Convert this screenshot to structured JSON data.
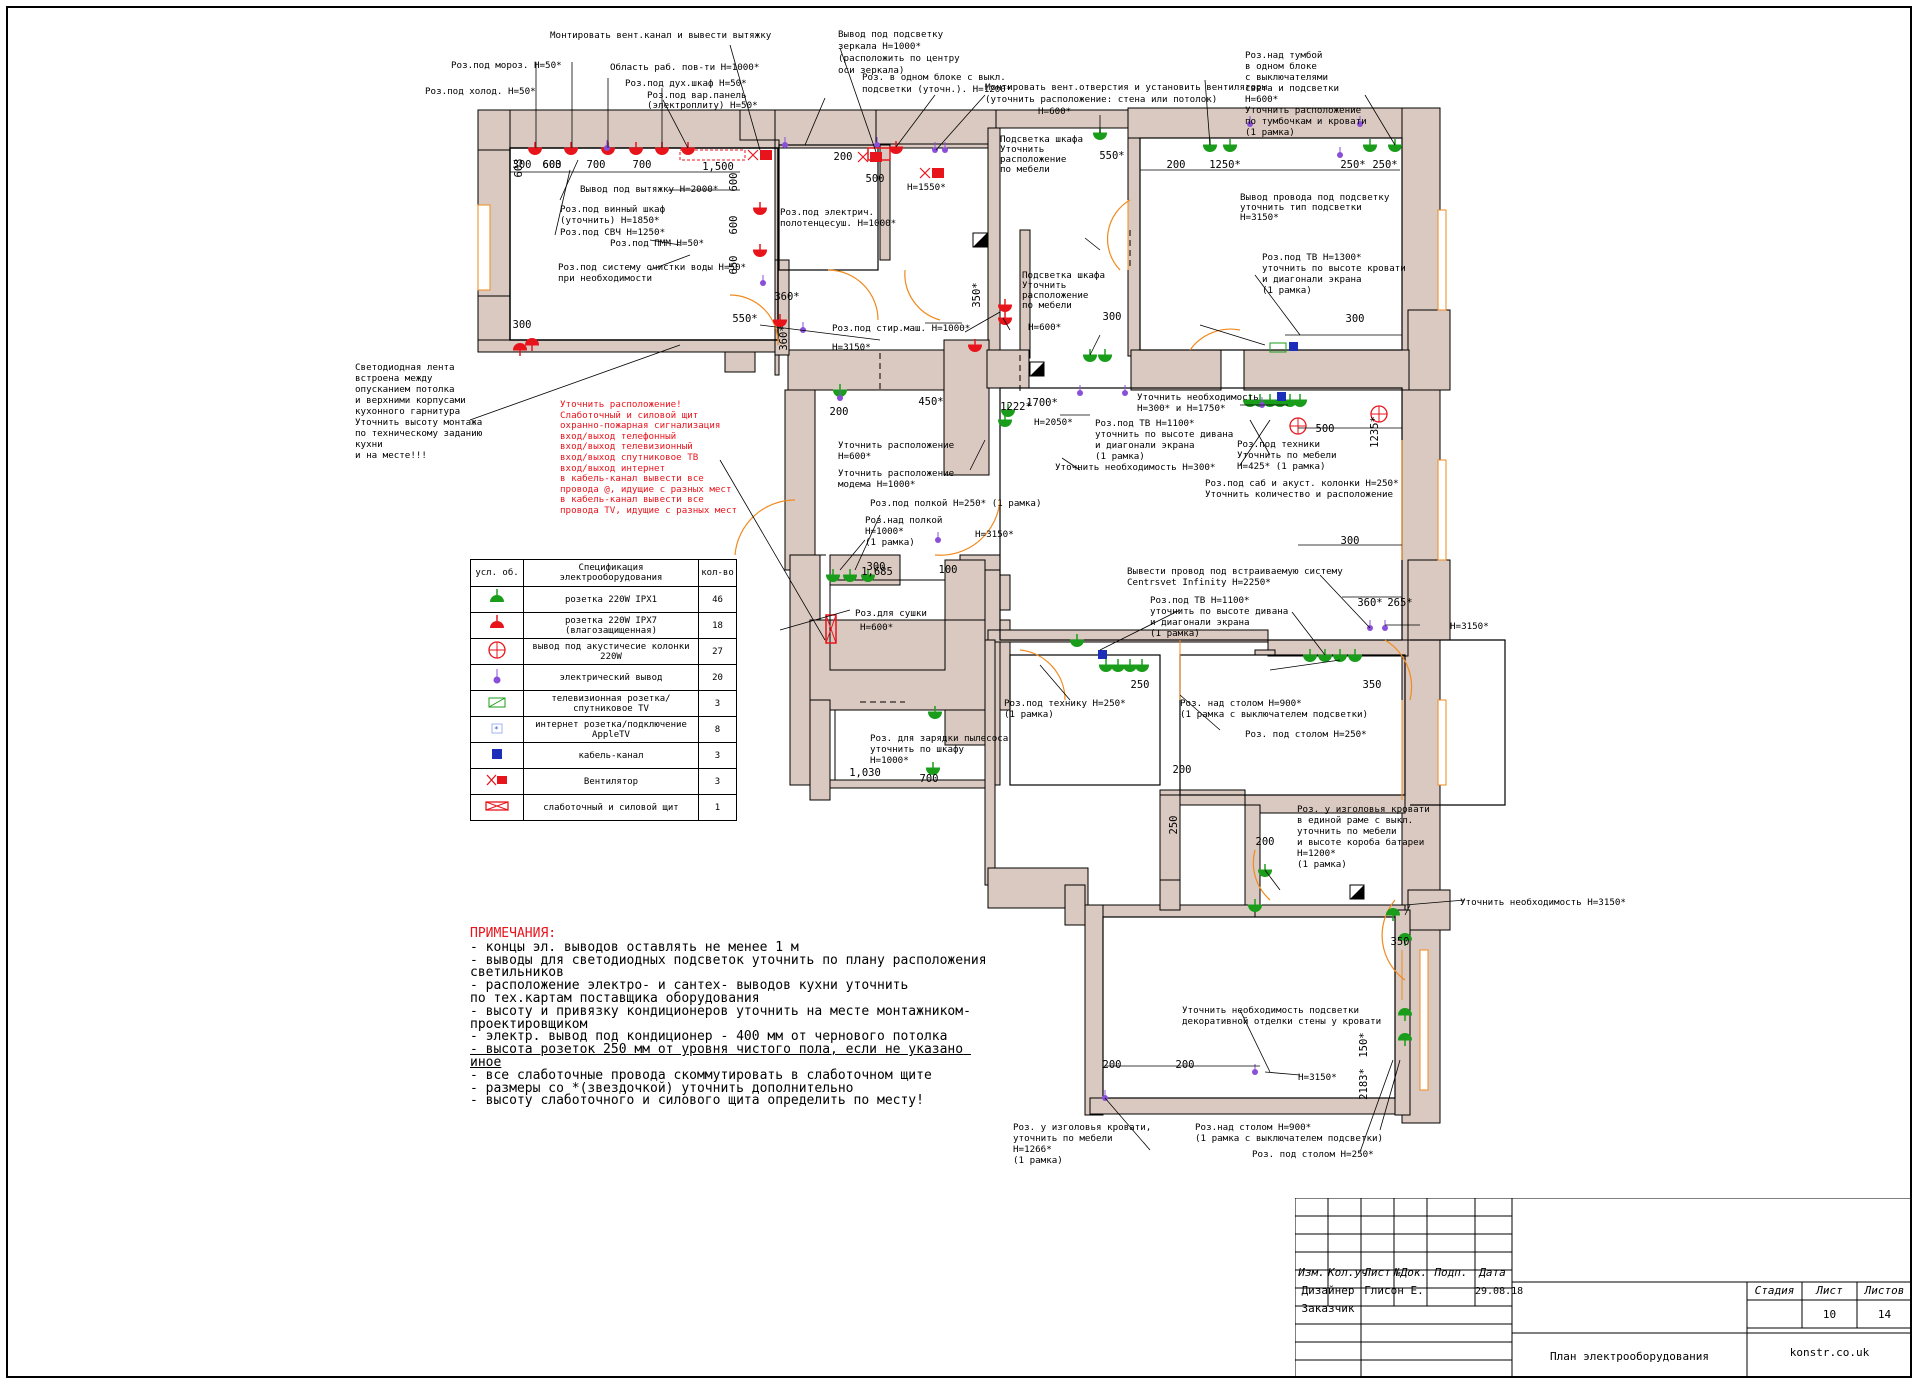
{
  "legend": {
    "headers": [
      "усл. об.",
      "Спецификация электрооборудования",
      "кол-во"
    ],
    "rows": [
      {
        "icon": "socket-220w-ipx1-icon",
        "name": "розетка 220W IPX1",
        "qty": "46",
        "color": "#1a9d1a"
      },
      {
        "icon": "socket-220w-ipx7-icon",
        "name": "розетка 220W IPX7 (влагозащищенная)",
        "qty": "18",
        "color": "#e8141c"
      },
      {
        "icon": "speaker-output-icon",
        "name": "вывод под акустичесие колонки 220W",
        "qty": "27",
        "color": "#e8141c"
      },
      {
        "icon": "electric-output-icon",
        "name": "электрический вывод",
        "qty": "20",
        "color": "#8a4fd8"
      },
      {
        "icon": "tv-socket-icon",
        "name": "телевизионная розетка/спутниковое TV",
        "qty": "3",
        "color": "#1a9d1a"
      },
      {
        "icon": "internet-socket-icon",
        "name": "интернет розетка/подключение AppleTV",
        "qty": "8",
        "color": "#3d5bd8"
      },
      {
        "icon": "cable-channel-icon",
        "name": "кабель-канал",
        "qty": "3",
        "color": "#1c2fb8"
      },
      {
        "icon": "ventilator-icon",
        "name": "Вентилятор",
        "qty": "3",
        "color": "#e8141c"
      },
      {
        "icon": "power-panel-icon",
        "name": "слаботочный и силовой щит",
        "qty": "1",
        "color": "#e8141c"
      }
    ]
  },
  "notes": {
    "title": "ПРИМЕЧАНИЯ:",
    "lines": [
      "- концы эл. выводов оставлять не менее 1 м",
      "- выводы для светодиодных подсветок уточнить по плану расположения светильников",
      "- расположение электро- и сантех- выводов кухни уточнить",
      "по тех.картам поставщика оборудования",
      "- высоту и привязку кондиционеров уточнить на месте монтажником-",
      "проектировщиком",
      "- электр. вывод под кондиционер - 400 мм от чернового потолка",
      "- высота розеток 250 мм от уровня чистого пола, если не указано иное",
      "- все слаботочные провода скоммутировать в слаботочном щите",
      "- размеры со *(звездочкой) уточнить дополнительно",
      "- высоту слаботочного и силового щита определить по месту!"
    ],
    "underlined_index": 7
  },
  "red_note": "Уточнить расположение!\nСлаботочный и силовой щит\nохранно-пожарная сигнализация\nвход/выход телефонный\nвход/выход телевизионный\nвход/выход спутниковое ТВ\nвход/выход интернет\nв кабель-канал вывести все\nпровода @, идущие с разных мест\nв кабель-канал вывести все\nпровода TV, идущие с разных мест",
  "title_block": {
    "headers": [
      "Изм.",
      "Кол.уч",
      "Лист",
      "№Док.",
      "Подп.",
      "Дата"
    ],
    "designer_label": "Дизайнер",
    "designer_name": "Глисон Е.",
    "date": "29.08.18",
    "customer_label": "Заказчик",
    "stage_label": "Стадия",
    "sheet_label": "Лист",
    "sheets_label": "Листов",
    "sheet": "10",
    "sheets": "14",
    "drawing_title": "План электрооборудования",
    "site": "konstr.co.uk"
  },
  "labels": [
    "Монтировать вент.канал и вывести вытяжку",
    "Роз.под мороз. H=50*",
    "Роз.под холод. H=50*",
    "Область раб. пов-ти H=1000*",
    "Роз.под дух.шкаф H=50*",
    "Роз.под вар.панель",
    "(электроплиту) H=50*",
    "Вывод под подсветку",
    "зеркала H=1000*",
    "(расположить по центру",
    "оси зеркала)",
    "Роз. в одном блоке с выкл.",
    "подсветки (уточн.). H=1200*",
    "Монтировать вент.отверстия и установить вентиляторы",
    "(уточнить расположение: стена или потолок)",
    "H=600*",
    "Роз.над тумбой",
    "в одном блоке",
    "с выключателями",
    "света и подсветки",
    "H=600*",
    "Уточнить расположение",
    "по тумбочкам и кровати",
    "(1 рамка)",
    "Вывод под вытяжку H=2000*",
    "Роз.под винный шкаф",
    "(уточнить) H=1850*",
    "Роз.под СВЧ H=1250*",
    "Роз.под ПММ H=50*",
    "Роз.под электрич.",
    "полотенцесуш. H=1000*",
    "H=1550*",
    "Подсветка шкафа",
    "Уточнить",
    "расположение",
    "по мебели",
    "Вывод провода под подсветку",
    "уточнить тип подсветки",
    "H=3150*",
    "Роз.под систему очистки воды H=50*",
    "при необходимости",
    "Роз.под ТВ H=1300*",
    "уточнить по высоте кровати",
    "и диагонали экрана",
    "(1 рамка)",
    "Подсветка шкафа",
    "Уточнить",
    "расположение",
    "по мебели",
    "H=600*",
    "Роз.под стир.маш. H=1000*",
    "H=3150*",
    "Светодиодная лента",
    "встроена между",
    "опусканием потолка",
    "и верхними корпусами",
    "кухонного гарнитура",
    "Уточнить высоту монтажа",
    "по техническому заданию",
    "кухни",
    "и на месте!!!",
    "Уточнить необходимость",
    "H=300* и H=1750*",
    "Роз.под ТВ H=1100*",
    "уточнить по высоте дивана",
    "и диагонали экрана",
    "(1 рамка)",
    "H=2050*",
    "Роз.под техники",
    "Уточнить по мебели",
    "H=425* (1 рамка)",
    "Уточнить расположение",
    "H=600*",
    "Уточнить необходимость H=300*",
    "Уточнить расположение",
    "модема H=1000*",
    "Роз.под саб и акуст. колонки H=250*",
    "Уточнить количество и расположение",
    "Роз.под полкой H=250* (1 рамка)",
    "Роз.над полкой",
    "H=1000*",
    "(1 рамка)",
    "H=3150*",
    "Роз.для сушки",
    "H=600*",
    "Вывести провод под встраиваемую систему",
    "Centrsvet Infinity H=2250*",
    "Роз.под ТВ H=1100*",
    "уточнить по высоте дивана",
    "и диагонали экрана",
    "(1 рамка)",
    "H=3150*",
    "Роз.под технику H=250*",
    "(1 рамка)",
    "Роз. над столом H=900*",
    "(1 рамка с выключателем подсветки)",
    "Роз. под столом H=250*",
    "Роз. для зарядки пылесоса",
    "уточнить по шкафу",
    "H=1000*",
    "Роз. у изголовья кровати",
    "в единой раме с выкл.",
    "уточнить по мебели",
    "и высоте короба батареи",
    "H=1200*",
    "(1 рамка)",
    "Уточнить необходимость H=3150*",
    "Уточнить необходимость подсветки",
    "декоративной отделки стены у кровати",
    "H=3150*",
    "Роз. у изголовья кровати,",
    "уточнить по мебели",
    "H=1266*",
    "(1 рамка)",
    "Роз.над столом H=900*",
    "(1 рамка с выключателем подсветки)",
    "Роз. под столом H=250*"
  ],
  "dimensions": [
    "300",
    "600",
    "700",
    "700",
    "1,500",
    "500",
    "200",
    "600",
    "600",
    "650",
    "300",
    "550*",
    "360*",
    "360*",
    "350*",
    "200",
    "1250*",
    "250*",
    "250*",
    "550*",
    "300",
    "300",
    "1700*",
    "1222*",
    "500",
    "1235*",
    "450*",
    "200",
    "300",
    "1,685",
    "300",
    "100",
    "360*",
    "265*",
    "250",
    "350",
    "700",
    "1,030",
    "200",
    "250",
    "200",
    "350",
    "200",
    "200",
    "150*",
    "2183*",
    "603",
    "603"
  ],
  "colors": {
    "wall": "#dac9c0",
    "green": "#1a9d1a",
    "red": "#e8141c",
    "purple": "#8a4fd8",
    "orange": "#f08a1e",
    "blue": "#3d5bd8"
  }
}
